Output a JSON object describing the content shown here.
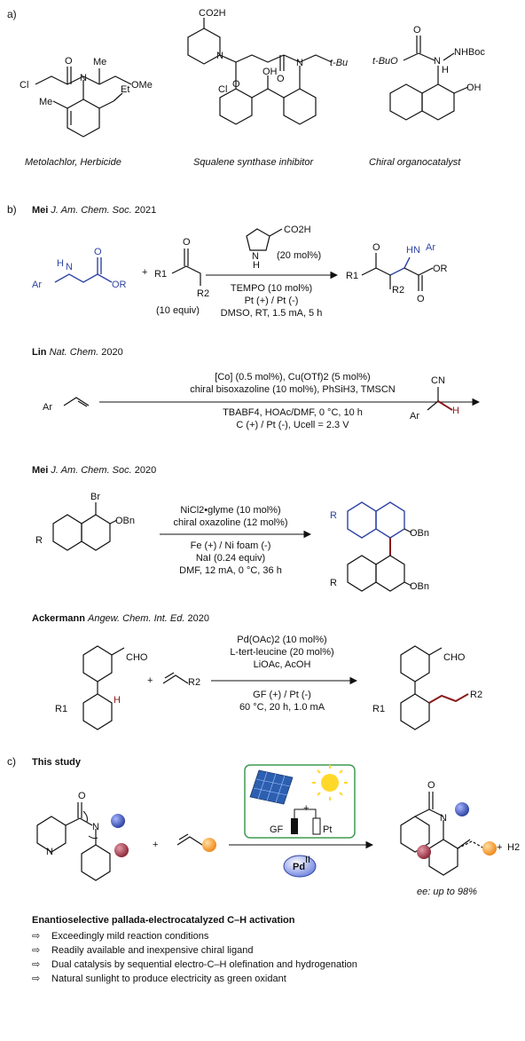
{
  "section_a": {
    "label": "a)",
    "structures": [
      {
        "caption": "Metolachlor, Herbicide",
        "atoms": [
          "Cl",
          "O",
          "N",
          "Me",
          "OMe",
          "Me",
          "Et"
        ]
      },
      {
        "caption": "Squalene synthase inhibitor",
        "atoms": [
          "CO2H",
          "N",
          "O",
          "O",
          "N",
          "t-Bu",
          "Cl",
          "OH"
        ]
      },
      {
        "caption": "Chiral organocatalyst",
        "atoms": [
          "O",
          "t-BuO",
          "N",
          "NHBoc",
          "H",
          "OH"
        ]
      }
    ]
  },
  "section_b": {
    "label": "b)",
    "reactions": [
      {
        "author": "Mei",
        "journal": "J. Am. Chem. Soc.",
        "year": "2021",
        "reagent_top": "CO2H",
        "reagent_top_note": "(20 mol%)",
        "conditions": [
          "TEMPO (10 mol%)",
          "Pt (+) / Pt (-)",
          "DMSO, RT, 1.5 mA, 5 h"
        ],
        "substrate_note": "(10 equiv)",
        "atoms": [
          "Ar",
          "N",
          "H",
          "O",
          "OR",
          "O",
          "R1",
          "R2",
          "HN",
          "Ar",
          "O",
          "R1",
          "R2",
          "OR",
          "O",
          "N",
          "H"
        ]
      },
      {
        "author": "Lin",
        "journal": "Nat. Chem.",
        "year": "2020",
        "conditions_top": [
          "[Co] (0.5 mol%), Cu(OTf)2 (5 mol%)",
          "chiral bisoxazoline (10 mol%), PhSiH3, TMSCN"
        ],
        "conditions_bottom": [
          "TBABF4, HOAc/DMF, 0 °C, 10 h",
          "C (+) / Pt (-), Ucell = 2.3 V"
        ],
        "atoms": [
          "Ar",
          "CN",
          "Ar",
          "H"
        ]
      },
      {
        "author": "Mei",
        "journal": "J. Am. Chem. Soc.",
        "year": "2020",
        "conditions_top": [
          "NiCl2•glyme (10 mol%)",
          "chiral oxazoline (12 mol%)"
        ],
        "conditions_bottom": [
          "Fe (+) / Ni foam (-)",
          "NaI (0.24 equiv)",
          "DMF, 12 mA, 0 °C, 36 h"
        ],
        "atoms": [
          "Br",
          "OBn",
          "R",
          "R",
          "OBn",
          "R",
          "OBn"
        ]
      },
      {
        "author": "Ackermann",
        "journal": "Angew. Chem. Int. Ed.",
        "year": "2020",
        "conditions_top": [
          "Pd(OAc)2 (10 mol%)",
          "L-tert-leucine (20 mol%)",
          "LiOAc, AcOH"
        ],
        "conditions_bottom": [
          "GF (+) / Pt (-)",
          "60 °C, 20 h, 1.0 mA"
        ],
        "atoms": [
          "CHO",
          "R1",
          "H",
          "R2",
          "CHO",
          "R1",
          "R2"
        ]
      }
    ]
  },
  "section_c": {
    "label": "c)",
    "title": "This study",
    "electrodes": [
      "GF",
      "Pt"
    ],
    "catalyst": "Pd",
    "catalyst_charge": "II",
    "product_atoms": [
      "O",
      "N"
    ],
    "byproduct": "H2",
    "ee": "ee: up to 98%",
    "heading": "Enantioselective pallada-electrocatalyzed C–H activation",
    "bullets": [
      "Exceedingly mild reaction conditions",
      "Readily available and inexpensive chiral ligand",
      "Dual catalysis by sequential electro-C–H olefination and hydrogenation",
      "Natural sunlight to produce electricity as green oxidant"
    ]
  },
  "colors": {
    "blue_sphere": "#2f45a3",
    "red_sphere": "#8e2b3a",
    "orange_sphere": "#f0a030",
    "frame_green": "#3f9b52",
    "highlight_blue": "#2f45a3",
    "highlight_red": "#8b1a1a"
  }
}
